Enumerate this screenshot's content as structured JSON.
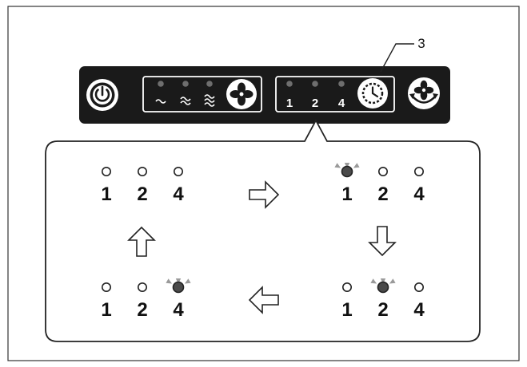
{
  "callout": {
    "number": "3"
  },
  "panel": {
    "fan_speed_icons": [
      "low-speed-wave-icon",
      "medium-speed-wave-icon",
      "high-speed-wave-icon"
    ],
    "timer_labels": [
      "1",
      "2",
      "4"
    ]
  },
  "states": [
    {
      "name": "all-off",
      "labels": [
        "1",
        "2",
        "4"
      ],
      "lit_index": null
    },
    {
      "name": "one-hour",
      "labels": [
        "1",
        "2",
        "4"
      ],
      "lit_index": 0
    },
    {
      "name": "two-hours",
      "labels": [
        "1",
        "2",
        "4"
      ],
      "lit_index": 1
    },
    {
      "name": "four-hours",
      "labels": [
        "1",
        "2",
        "4"
      ],
      "lit_index": 2
    }
  ],
  "colors": {
    "panel": "#1a1a1a",
    "panel_led": "#6e6e6e",
    "lit_led": "#4a4a4a",
    "glow": "#9a9a9a",
    "line": "#222222"
  }
}
